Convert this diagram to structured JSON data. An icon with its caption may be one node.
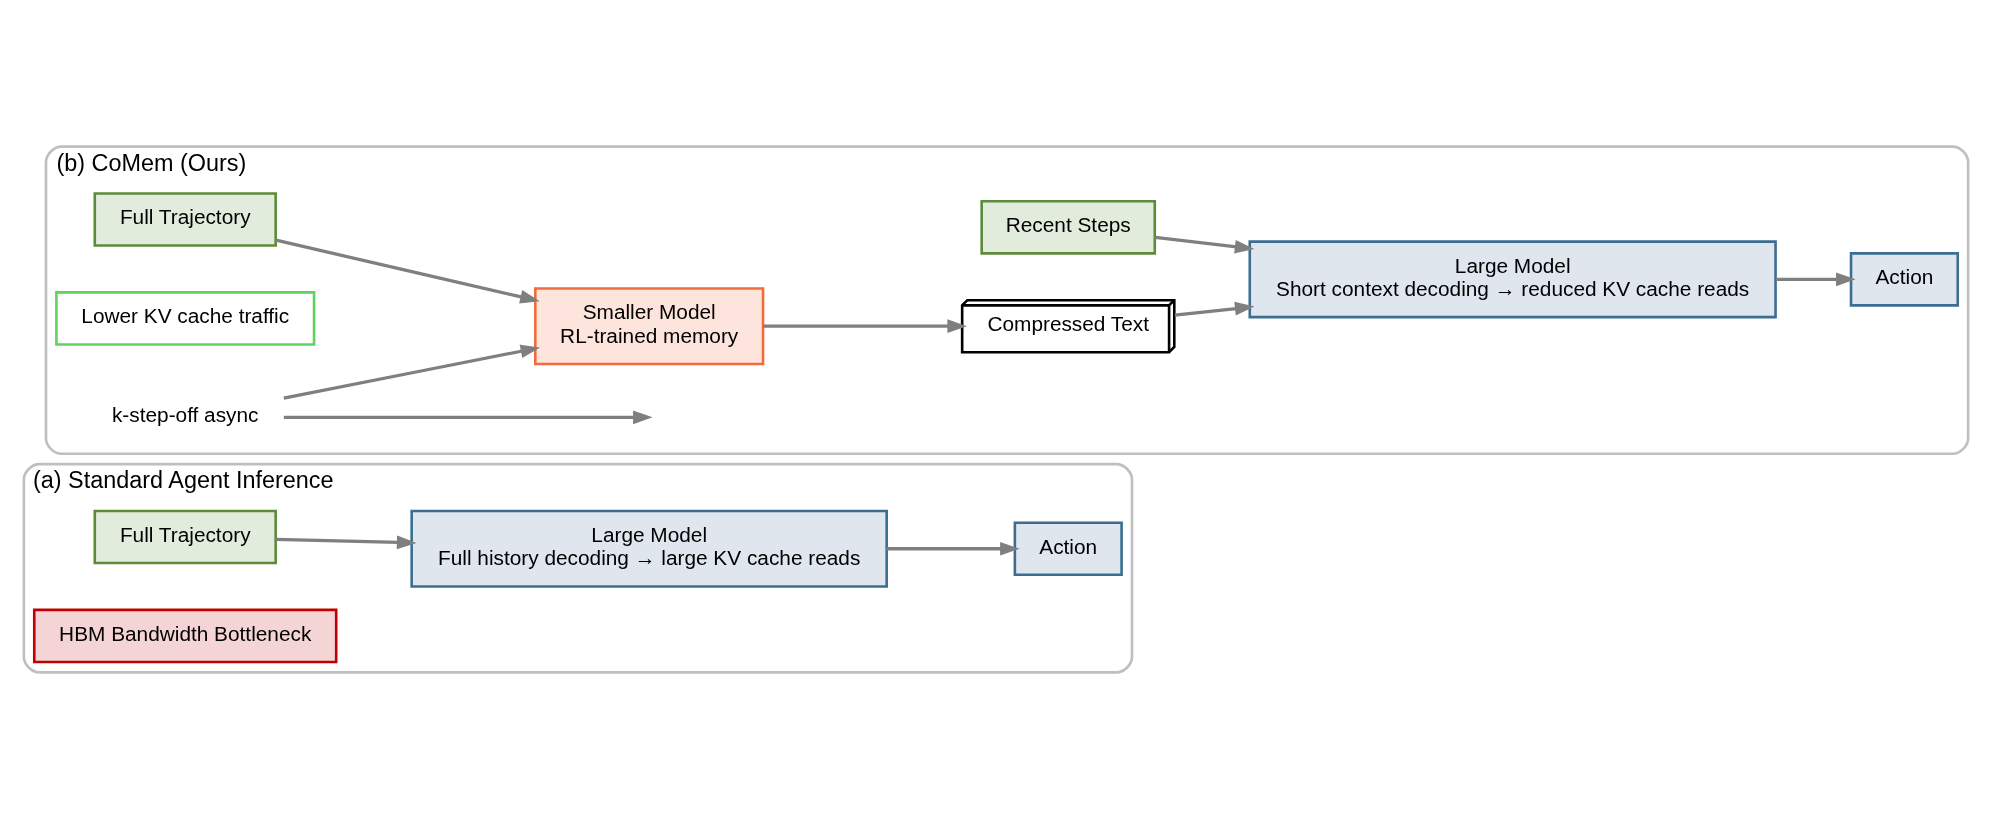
{
  "diagram": {
    "nodes": [
      {
        "text": [
          "(a) Standard Agent Inference"
        ]
      },
      {
        "text": [
          "Full Trajectory"
        ],
        "in": 0
      },
      {
        "text": [
          "Large Model",
          "Full history decoding → large KV cache reads"
        ],
        "in": 0
      },
      {
        "text": [
          "HBM Bandwidth Bottleneck"
        ],
        "in": 0
      },
      {
        "text": [
          "Action"
        ],
        "in": 0
      },
      {
        "text": [
          "(b) CoMem (Ours)"
        ]
      },
      {
        "text": [
          "Full Trajectory"
        ],
        "in": 5
      },
      {
        "text": [
          "Smaller Model",
          "RL-trained memory"
        ],
        "in": 5
      },
      {
        "text": [
          "Compressed Text"
        ],
        "in": 5
      },
      {
        "text": [
          "Lower KV cache traffic"
        ],
        "in": 5
      },
      {
        "text": [
          "Recent Steps"
        ],
        "in": 5
      },
      {
        "text": [
          "k-step-off async"
        ],
        "in": 5
      },
      {
        "text": [
          "Large Model",
          "Short context decoding → reduced KV cache reads"
        ],
        "in": 5
      },
      {
        "text": [
          "Action"
        ],
        "in": 5
      }
    ],
    "edges": [
      {
        "from": 1,
        "to": 2,
        "arrow": "to"
      },
      {
        "from": 2,
        "to": 4,
        "arrow": "to"
      },
      {
        "from": 6,
        "to": 7,
        "arrow": "to"
      },
      {
        "from": 7,
        "to": 8,
        "arrow": "to"
      },
      {
        "from": 8,
        "to": 12,
        "arrow": "to"
      },
      {
        "from": 11,
        "to": 7,
        "arrow": "to"
      },
      {
        "from": 11,
        "to": null,
        "arrow": "to"
      },
      {
        "from": 10,
        "to": 12,
        "arrow": "to"
      },
      {
        "from": 12,
        "to": 13,
        "arrow": "to"
      }
    ]
  }
}
